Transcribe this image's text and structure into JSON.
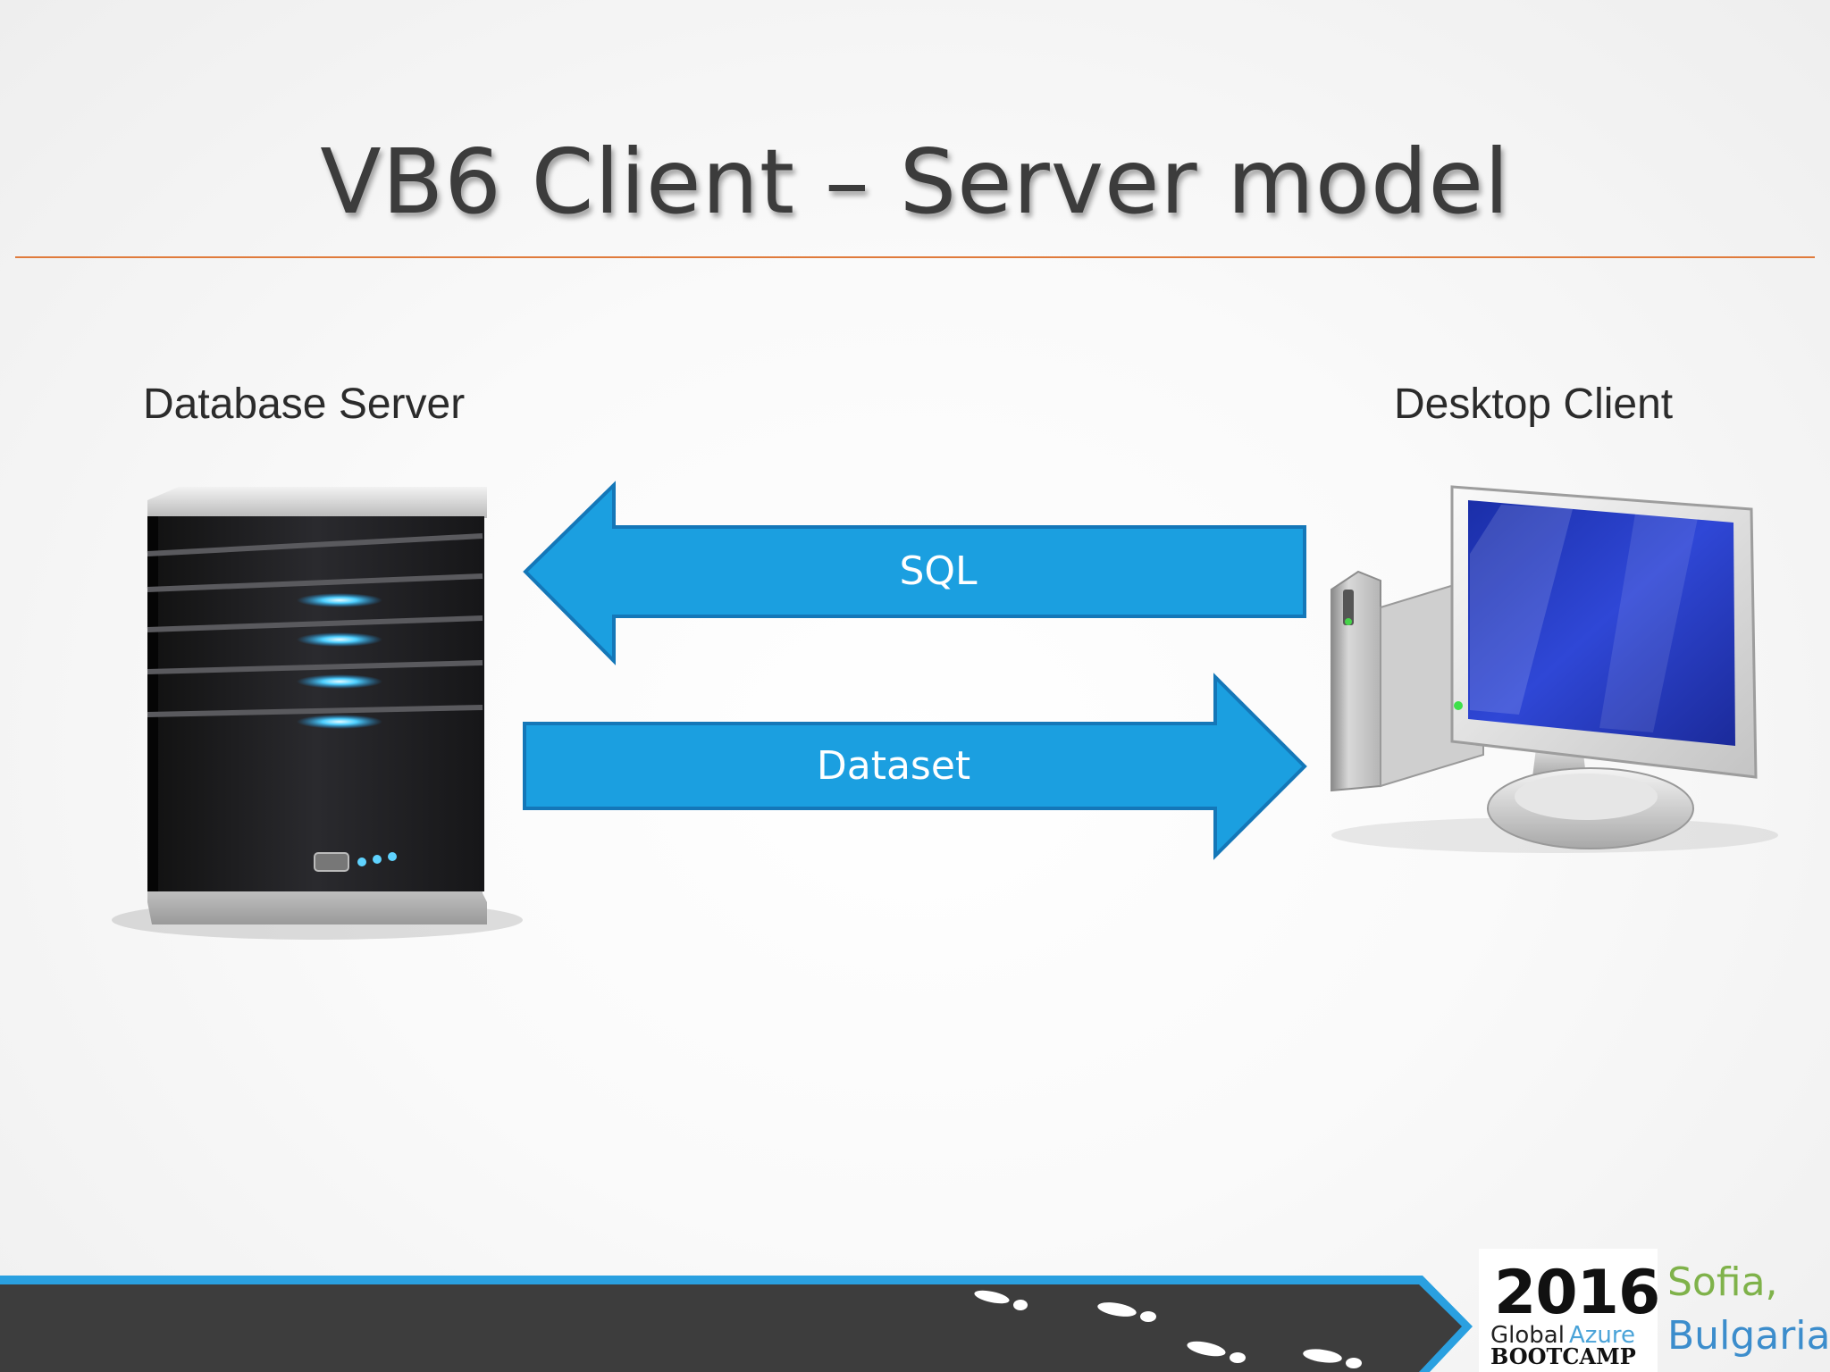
{
  "slide": {
    "title": "VB6 Client – Server model"
  },
  "nodes": {
    "server_label": "Database Server",
    "client_label": "Desktop Client"
  },
  "arrows": {
    "request_label": "SQL",
    "response_label": "Dataset"
  },
  "footer": {
    "logo_year": "2016",
    "logo_global": "Global",
    "logo_azure": "Azure",
    "logo_bootcamp": "BOOTCAMP",
    "location_city": "Sofia,",
    "location_country": "Bulgaria"
  },
  "colors": {
    "arrow_fill": "#1b9fe0",
    "arrow_stroke": "#1477b8",
    "title_rule": "#e07b3c",
    "footer_bar": "#3d3d3d",
    "footer_accent": "#2aa0e0"
  }
}
